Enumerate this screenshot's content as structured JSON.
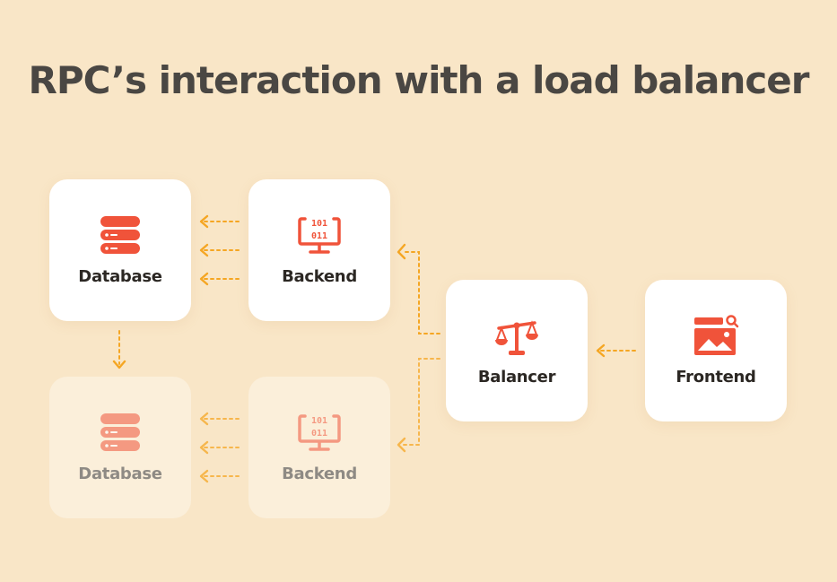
{
  "title": "RPC’s interaction with a load balancer",
  "nodes": {
    "database_primary": {
      "label": "Database",
      "icon": "database-icon"
    },
    "backend_primary": {
      "label": "Backend",
      "icon": "server-monitor-icon"
    },
    "database_replica": {
      "label": "Database",
      "icon": "database-icon"
    },
    "backend_replica": {
      "label": "Backend",
      "icon": "server-monitor-icon"
    },
    "balancer": {
      "label": "Balancer",
      "icon": "scale-icon"
    },
    "frontend": {
      "label": "Frontend",
      "icon": "browser-image-icon"
    }
  },
  "colors": {
    "background": "#f9e6c7",
    "accent": "#f0533a",
    "arrow": "#f5a623",
    "title": "#4a4743"
  }
}
